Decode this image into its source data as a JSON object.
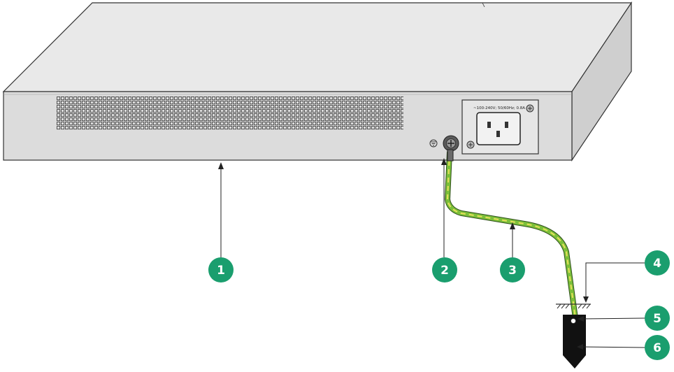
{
  "figure": {
    "power_label": "~100-240V; 50/60Hz; 0.8A",
    "colors": {
      "callout": "#1a9e6e",
      "device_top": "#e9e9e9",
      "device_front": "#dcdcdc",
      "device_side": "#cfcfcf",
      "cable_green": "#7bbf3a",
      "cable_yellow": "#e8e05a",
      "ground_rod": "#111111"
    },
    "callouts": [
      {
        "id": "chassis",
        "label": "1",
        "icon": "chassis"
      },
      {
        "id": "grounding-screw",
        "label": "2",
        "icon": "screw"
      },
      {
        "id": "grounding-cable",
        "label": "3",
        "icon": "cable"
      },
      {
        "id": "ground-surface",
        "label": "4",
        "icon": "earth-symbol"
      },
      {
        "id": "cable-joint",
        "label": "5",
        "icon": "joint"
      },
      {
        "id": "grounding-strip",
        "label": "6",
        "icon": "ground-rod"
      }
    ]
  }
}
